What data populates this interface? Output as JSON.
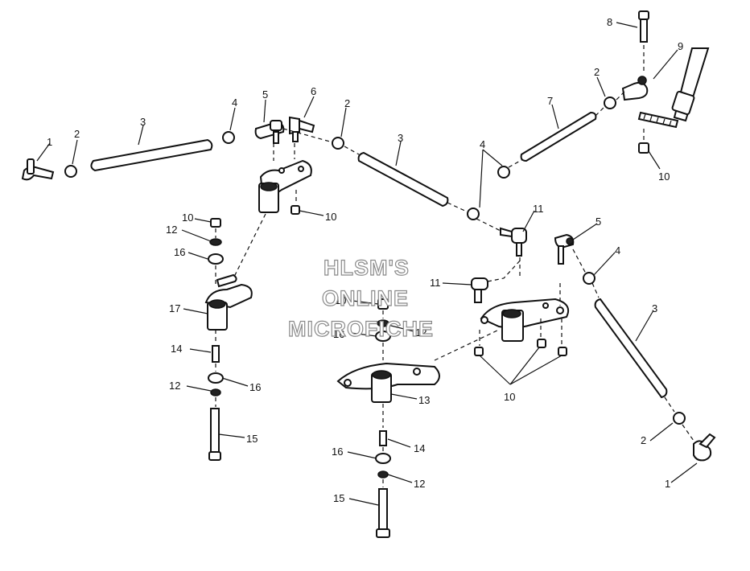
{
  "watermark": {
    "lines": [
      "HLSM'S",
      "ONLINE",
      "MICROFICHE"
    ],
    "color": "#8a8a8a"
  },
  "callouts": [
    {
      "id": "c1a",
      "label": "1"
    },
    {
      "id": "c2a",
      "label": "2"
    },
    {
      "id": "c3a",
      "label": "3"
    },
    {
      "id": "c4a",
      "label": "4"
    },
    {
      "id": "c5a",
      "label": "5"
    },
    {
      "id": "c6a",
      "label": "6"
    },
    {
      "id": "c2b",
      "label": "2"
    },
    {
      "id": "c3b",
      "label": "3"
    },
    {
      "id": "c4b",
      "label": "4"
    },
    {
      "id": "c7a",
      "label": "7"
    },
    {
      "id": "c2c",
      "label": "2"
    },
    {
      "id": "c8a",
      "label": "8"
    },
    {
      "id": "c9a",
      "label": "9"
    },
    {
      "id": "c10a",
      "label": "10"
    },
    {
      "id": "c10b",
      "label": "10"
    },
    {
      "id": "c10c",
      "label": "10"
    },
    {
      "id": "c12a",
      "label": "12"
    },
    {
      "id": "c16a",
      "label": "16"
    },
    {
      "id": "c17a",
      "label": "17"
    },
    {
      "id": "c14a",
      "label": "14"
    },
    {
      "id": "c12b",
      "label": "12"
    },
    {
      "id": "c16b",
      "label": "16"
    },
    {
      "id": "c15a",
      "label": "15"
    },
    {
      "id": "c11a",
      "label": "11"
    },
    {
      "id": "c11b",
      "label": "11"
    },
    {
      "id": "c10d",
      "label": "10"
    },
    {
      "id": "c12c",
      "label": "12"
    },
    {
      "id": "c16c",
      "label": "16"
    },
    {
      "id": "c13a",
      "label": "13"
    },
    {
      "id": "c10e",
      "label": "10"
    },
    {
      "id": "c14b",
      "label": "14"
    },
    {
      "id": "c16d",
      "label": "16"
    },
    {
      "id": "c12d",
      "label": "12"
    },
    {
      "id": "c15b",
      "label": "15"
    },
    {
      "id": "c5b",
      "label": "5"
    },
    {
      "id": "c4c",
      "label": "4"
    },
    {
      "id": "c3c",
      "label": "3"
    },
    {
      "id": "c2d",
      "label": "2"
    },
    {
      "id": "c1b",
      "label": "1"
    }
  ]
}
